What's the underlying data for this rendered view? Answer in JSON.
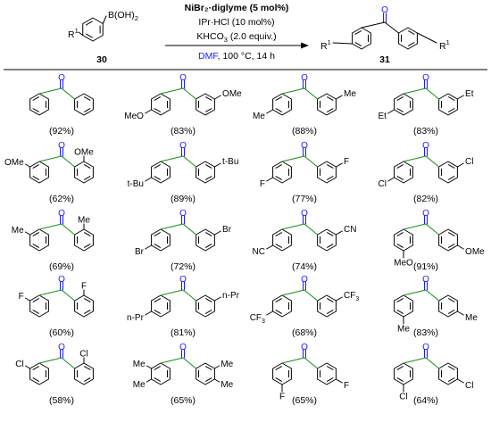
{
  "scheme": {
    "reactant": {
      "group": "B(OH)",
      "sub": "2",
      "r": "R",
      "r_sup": "1",
      "label": "30"
    },
    "product": {
      "r": "R",
      "r_sup": "1",
      "label": "31"
    },
    "conditions": {
      "catalyst": "NiBr₂·diglyme (5 mol%)",
      "ligand": "IPr·HCl (10 mol%)",
      "base_pre": "KHCO",
      "base_sub": "3",
      "base_post": " (2.0 equiv.)",
      "solvent": "DMF",
      "conditions_rest": ", 100 °C, 14 h"
    }
  },
  "colors": {
    "carbonyl": "#1a1aff",
    "bond": "#1a8a1a",
    "catalyst": "#8b0000",
    "solvent": "#1a1aff",
    "ink": "#000000"
  },
  "products": [
    {
      "id": "p1",
      "yield": "(92%)",
      "left": {
        "type": "none"
      },
      "right": {
        "type": "none"
      }
    },
    {
      "id": "p2",
      "yield": "(83%)",
      "left": {
        "type": "para",
        "text": "MeO"
      },
      "right": {
        "type": "para",
        "text": "OMe"
      }
    },
    {
      "id": "p3",
      "yield": "(88%)",
      "left": {
        "type": "para",
        "text": "Me"
      },
      "right": {
        "type": "para",
        "text": "Me"
      }
    },
    {
      "id": "p4",
      "yield": "(83%)",
      "left": {
        "type": "para",
        "text": "Et"
      },
      "right": {
        "type": "para",
        "text": "Et"
      }
    },
    {
      "id": "p5",
      "yield": "(62%)",
      "left": {
        "type": "ortho",
        "text": "OMe"
      },
      "right": {
        "type": "ortho",
        "text": "OMe"
      }
    },
    {
      "id": "p6",
      "yield": "(89%)",
      "left": {
        "type": "para",
        "text": "t-Bu"
      },
      "right": {
        "type": "para",
        "text": "t-Bu"
      }
    },
    {
      "id": "p7",
      "yield": "(77%)",
      "left": {
        "type": "para",
        "text": "F"
      },
      "right": {
        "type": "para",
        "text": "F"
      }
    },
    {
      "id": "p8",
      "yield": "(82%)",
      "left": {
        "type": "para",
        "text": "Cl"
      },
      "right": {
        "type": "para",
        "text": "Cl"
      }
    },
    {
      "id": "p9",
      "yield": "(69%)",
      "left": {
        "type": "ortho",
        "text": "Me"
      },
      "right": {
        "type": "ortho",
        "text": "Me"
      }
    },
    {
      "id": "p10",
      "yield": "(72%)",
      "left": {
        "type": "para",
        "text": "Br"
      },
      "right": {
        "type": "para",
        "text": "Br"
      }
    },
    {
      "id": "p11",
      "yield": "(74%)",
      "left": {
        "type": "para",
        "text": "NC"
      },
      "right": {
        "type": "para",
        "text": "CN"
      }
    },
    {
      "id": "p12",
      "yield": "(91%)",
      "left": {
        "type": "meta",
        "text": "MeO"
      },
      "right": {
        "type": "meta",
        "text": "OMe"
      }
    },
    {
      "id": "p13",
      "yield": "(60%)",
      "left": {
        "type": "ortho",
        "text": "F"
      },
      "right": {
        "type": "ortho",
        "text": "F"
      }
    },
    {
      "id": "p14",
      "yield": "(81%)",
      "left": {
        "type": "para",
        "text": "n-Pr"
      },
      "right": {
        "type": "para",
        "text": "n-Pr"
      }
    },
    {
      "id": "p15",
      "yield": "(68%)",
      "left": {
        "type": "para",
        "text": "F",
        "sub": "3",
        "prefix": "C"
      },
      "right": {
        "type": "para",
        "text": "CF",
        "sub": "3"
      }
    },
    {
      "id": "p16",
      "yield": "(83%)",
      "left": {
        "type": "meta",
        "text": "Me"
      },
      "right": {
        "type": "meta",
        "text": "Me"
      }
    },
    {
      "id": "p17",
      "yield": "(58%)",
      "left": {
        "type": "ortho",
        "text": "Cl"
      },
      "right": {
        "type": "ortho",
        "text": "Cl"
      }
    },
    {
      "id": "p18",
      "yield": "(65%)",
      "left": {
        "type": "dimethyl",
        "text": "Me"
      },
      "right": {
        "type": "dimethyl",
        "text": "Me"
      }
    },
    {
      "id": "p19",
      "yield": "(65%)",
      "left": {
        "type": "meta",
        "text": "F"
      },
      "right": {
        "type": "meta",
        "text": "F"
      }
    },
    {
      "id": "p20",
      "yield": "(64%)",
      "left": {
        "type": "meta",
        "text": "Cl"
      },
      "right": {
        "type": "meta",
        "text": "Cl"
      }
    }
  ]
}
